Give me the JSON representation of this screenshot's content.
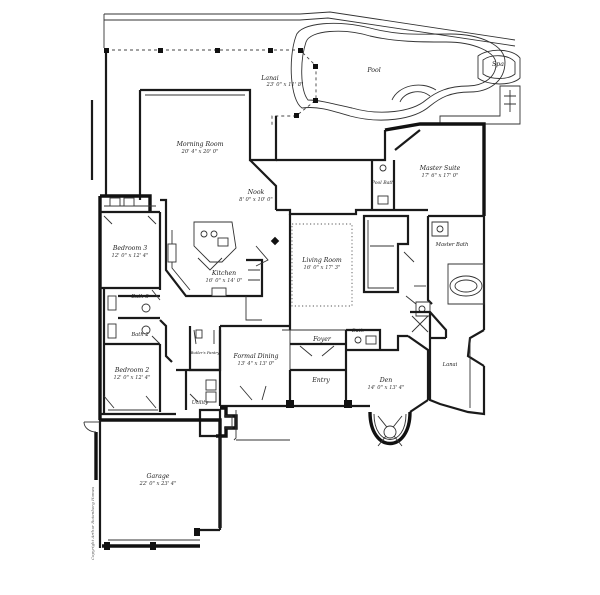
{
  "rooms": {
    "lanai_top": {
      "name": "Lanai",
      "dim": "23' 0\" x 11' 8\""
    },
    "pool": {
      "name": "Pool"
    },
    "spa": {
      "name": "Spa"
    },
    "morning_room": {
      "name": "Morning Room",
      "dim": "20' 4\" x 20' 0\""
    },
    "nook": {
      "name": "Nook",
      "dim": "8' 0\" x 10' 0\""
    },
    "master_suite": {
      "name": "Master Suite",
      "dim": "17' 6\" x 17' 0\""
    },
    "pool_bath": {
      "name": "Pool Bath"
    },
    "bedroom3": {
      "name": "Bedroom 3",
      "dim": "12' 0\" x 12' 4\""
    },
    "kitchen": {
      "name": "Kitchen",
      "dim": "16' 0\" x 14' 0\""
    },
    "living_room": {
      "name": "Living Room",
      "dim": "16' 0\" x 17' 3\""
    },
    "master_bath": {
      "name": "Master Bath"
    },
    "bath3": {
      "name": "Bath 3"
    },
    "bath2": {
      "name": "Bath 2"
    },
    "bedroom2": {
      "name": "Bedroom 2",
      "dim": "12' 0\" x 12' 4\""
    },
    "butlers_pantry": {
      "name": "Butler's Pantry"
    },
    "formal_dining": {
      "name": "Formal Dining",
      "dim": "13' 4\" x 13' 0\""
    },
    "foyer": {
      "name": "Foyer"
    },
    "bath_den": {
      "name": "Bath"
    },
    "entry": {
      "name": "Entry"
    },
    "den": {
      "name": "Den",
      "dim": "14' 0\" x 13' 4\""
    },
    "lanai_right": {
      "name": "Lanai"
    },
    "utility": {
      "name": "Utility"
    },
    "garage": {
      "name": "Garage",
      "dim": "22' 0\" x 23' 4\""
    }
  }
}
